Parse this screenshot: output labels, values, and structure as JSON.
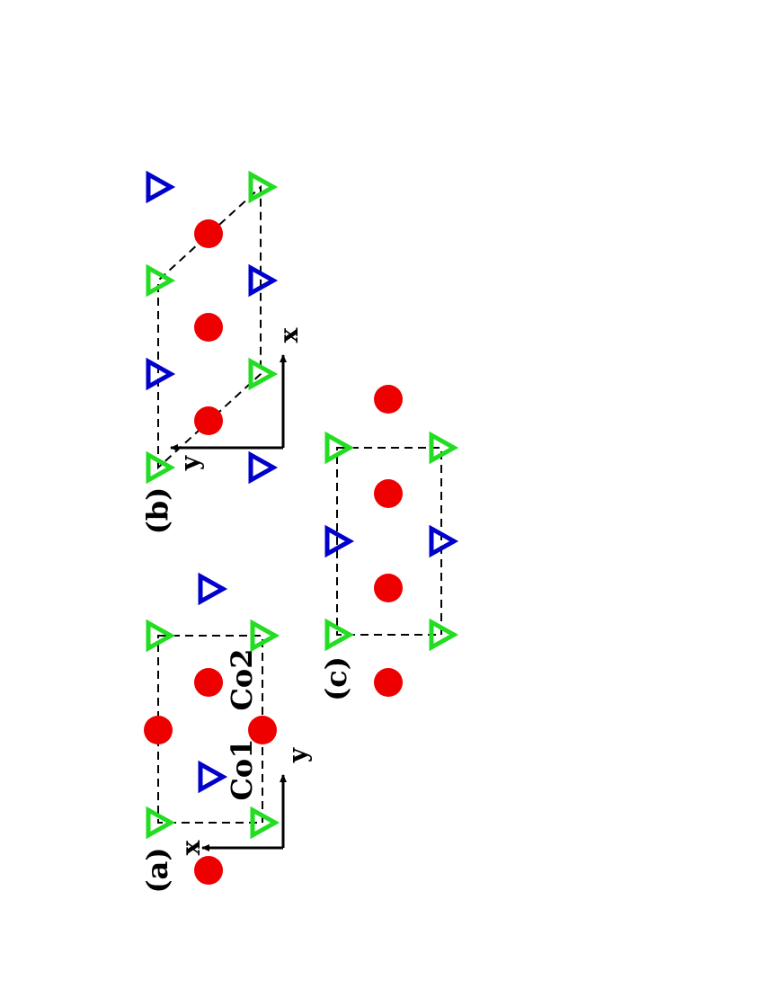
{
  "colors": {
    "red_site": "#ee0000",
    "green_site": "#22dd22",
    "blue_site": "#0000cc",
    "panel_label": "#2222cc",
    "text": "#000000"
  },
  "panels": [
    {
      "id": "a",
      "label": "(a)",
      "axis_labels": [
        "x",
        "y"
      ],
      "atom_labels": [
        "Co1",
        "Co2"
      ]
    },
    {
      "id": "b",
      "label": "(b)",
      "axis_labels": [
        "x",
        "y"
      ]
    },
    {
      "id": "c",
      "label": "(c)"
    }
  ],
  "legend_icons": [
    "red-circle-icon",
    "green-triangle-icon",
    "blue-triangle-icon"
  ]
}
